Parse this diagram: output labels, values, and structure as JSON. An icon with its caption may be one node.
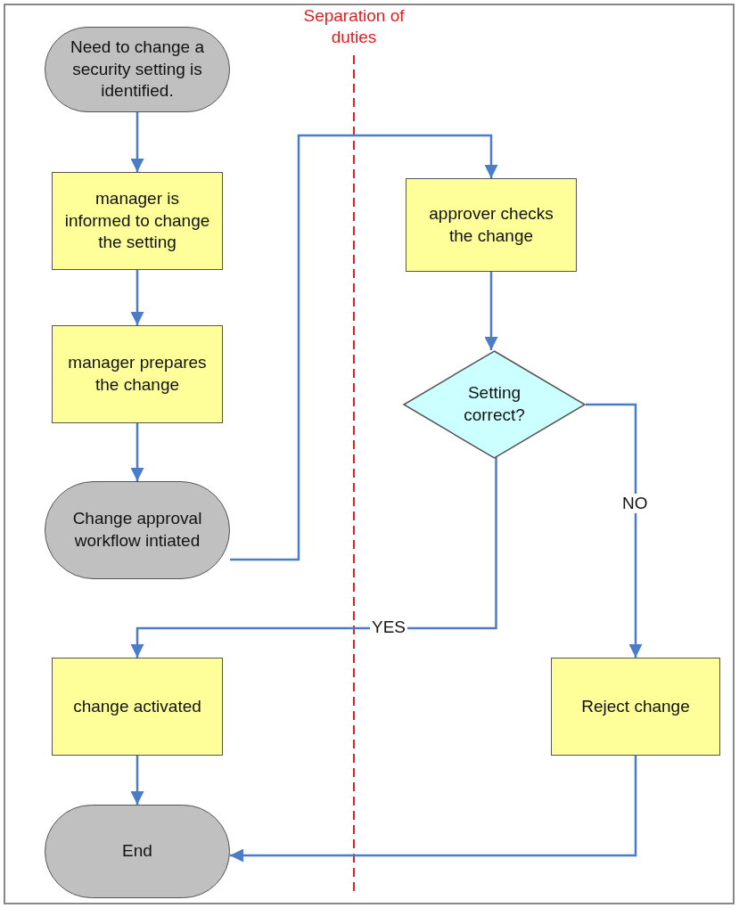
{
  "diagram": {
    "nodes": [
      {
        "text": [
          "Need to change a security setting is identified."
        ]
      },
      {
        "text": [
          "manager is informed to change the setting"
        ]
      },
      {
        "text": [
          "manager prepares the change"
        ]
      },
      {
        "text": [
          "Change approval workflow intiated"
        ]
      },
      {
        "text": [
          "approver checks the change"
        ]
      },
      {
        "text": [
          "Setting correct?"
        ]
      },
      {
        "text": [
          "change activated"
        ]
      },
      {
        "text": [
          "Reject change"
        ]
      },
      {
        "text": [
          "End"
        ]
      }
    ],
    "edges": [
      {
        "from": 0,
        "to": 1,
        "arrow": "to"
      },
      {
        "from": 1,
        "to": 2,
        "arrow": "to"
      },
      {
        "from": 2,
        "to": 3,
        "arrow": "to"
      },
      {
        "from": 3,
        "to": 4,
        "arrow": "to"
      },
      {
        "from": 4,
        "to": 5,
        "arrow": "to"
      },
      {
        "from": 5,
        "to": 6,
        "arrow": "to",
        "label": "YES"
      },
      {
        "from": 5,
        "to": 7,
        "arrow": "to",
        "label": "NO"
      },
      {
        "from": 6,
        "to": 8,
        "arrow": "to"
      },
      {
        "from": 7,
        "to": 8,
        "arrow": "to"
      }
    ],
    "labels": [
      "Separation of duties"
    ]
  }
}
